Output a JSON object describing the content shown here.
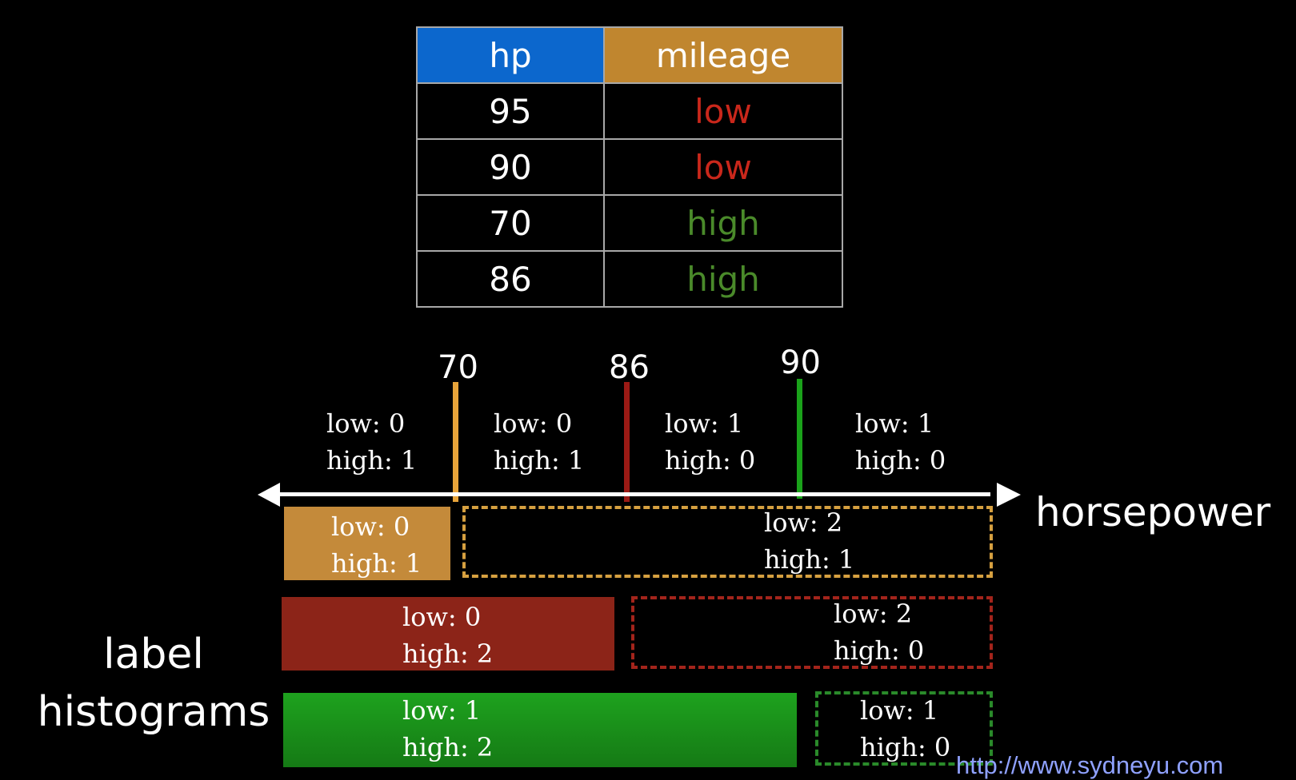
{
  "table": {
    "headers": [
      "hp",
      "mileage"
    ],
    "rows": [
      {
        "hp": "95",
        "mileage": "low"
      },
      {
        "hp": "90",
        "mileage": "low"
      },
      {
        "hp": "70",
        "mileage": "high"
      },
      {
        "hp": "86",
        "mileage": "high"
      }
    ]
  },
  "axis": {
    "title": "horsepower",
    "splits": [
      "70",
      "86",
      "90"
    ]
  },
  "segments": [
    {
      "low": "low: 0",
      "high": "high: 1"
    },
    {
      "low": "low: 0",
      "high": "high: 1"
    },
    {
      "low": "low: 1",
      "high": "high: 0"
    },
    {
      "low": "low: 1",
      "high": "high: 0"
    }
  ],
  "histograms": [
    {
      "left": {
        "low": "low: 0",
        "high": "high: 1"
      },
      "right": {
        "low": "low: 2",
        "high": "high: 1"
      }
    },
    {
      "left": {
        "low": "low: 0",
        "high": "high: 2"
      },
      "right": {
        "low": "low: 2",
        "high": "high: 0"
      }
    },
    {
      "left": {
        "low": "low: 1",
        "high": "high: 2"
      },
      "right": {
        "low": "low: 1",
        "high": "high: 0"
      }
    }
  ],
  "side_label": {
    "line1": "label",
    "line2": "histograms"
  },
  "watermark": "http://www.sydneyu.com",
  "colors": {
    "hp_header": "#0c67cd",
    "mileage_header": "#c0862f",
    "low": "#c9271b",
    "high": "#4a8a2a",
    "split_70": "#e8a43a",
    "split_86": "#9a1a15",
    "split_90": "#1aa21a"
  }
}
